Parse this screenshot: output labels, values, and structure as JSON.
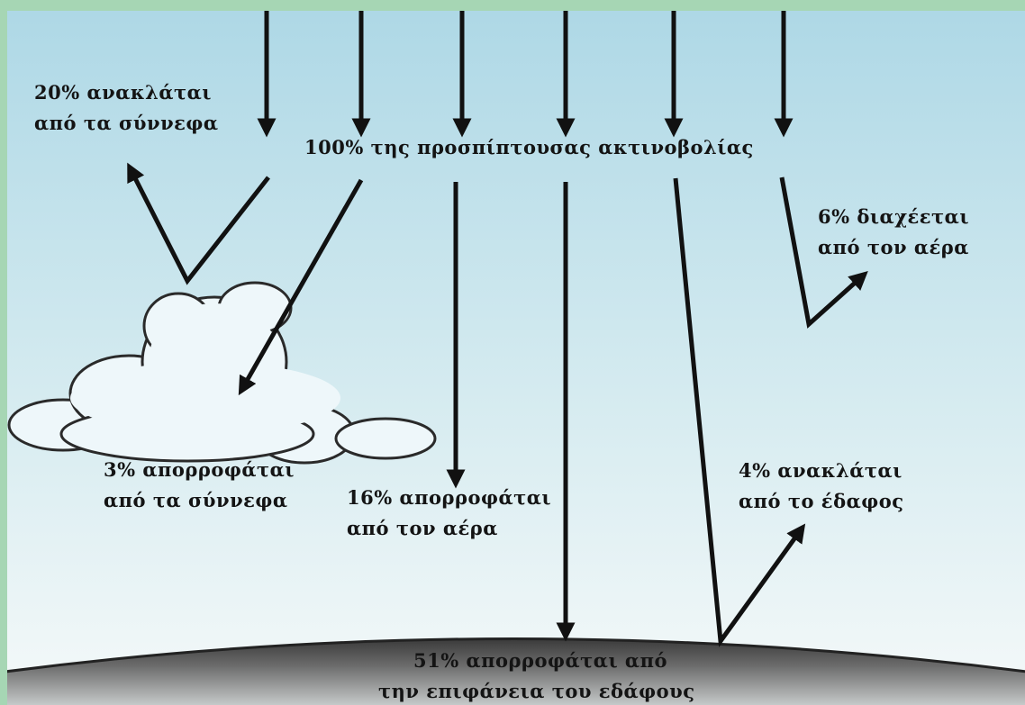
{
  "labels": {
    "incoming": "100% της προσπίπτουσας ακτινοβολίας",
    "cloud_reflect": [
      "20% ανακλάται",
      "από τα σύννεφα"
    ],
    "cloud_absorb": [
      "3% απορροφάται",
      "από τα σύννεφα"
    ],
    "air_absorb": [
      "16% απορροφάται",
      "από τον αέρα"
    ],
    "air_scatter": [
      "6% διαχέεται",
      "από τον αέρα"
    ],
    "ground_reflect": [
      "4% ανακλάται",
      "από το έδαφος"
    ],
    "surface_absorb": [
      "51% απορροφάται από",
      "την επιφάνεια του εδάφους"
    ]
  },
  "colors": {
    "frame": "#a6d6b4",
    "sky_top": "#aed8e6",
    "sky_bottom": "#f3f8f8",
    "ground": "#4a4a4a",
    "arrow": "#111111",
    "cloud_fill": "#eef7fa",
    "cloud_stroke": "#2a2a2a"
  }
}
